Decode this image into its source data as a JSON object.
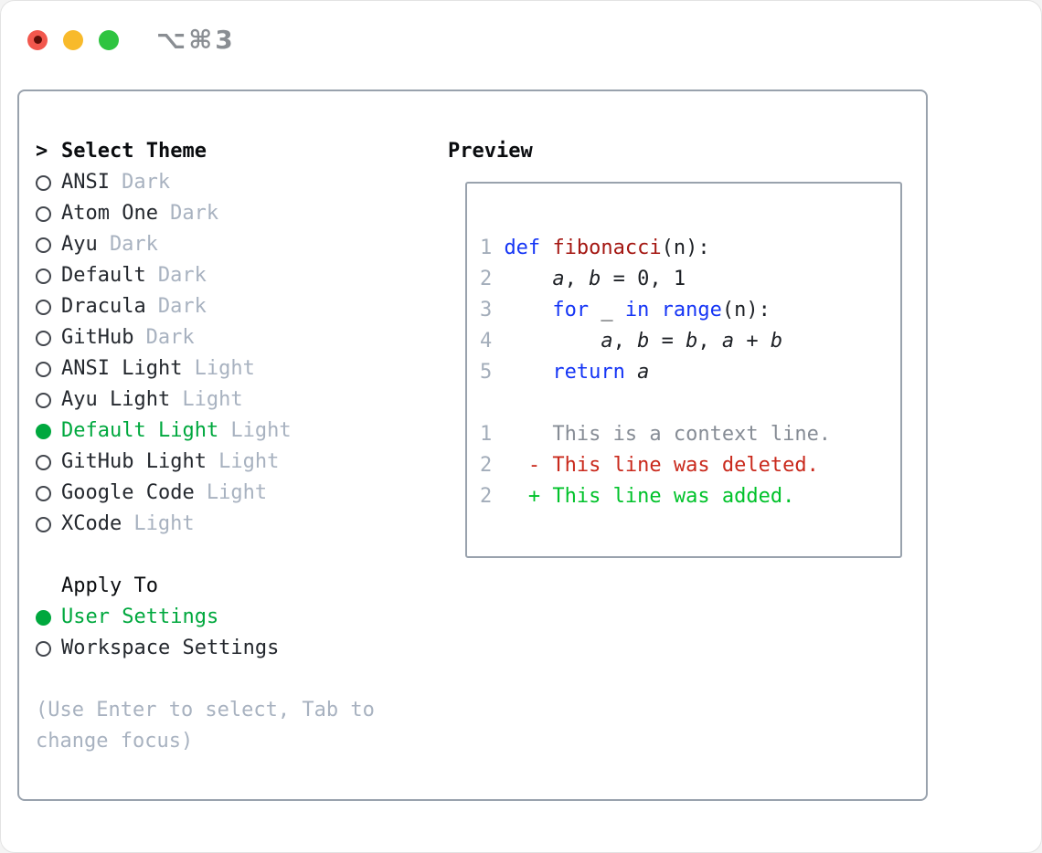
{
  "window": {
    "shortcut": "⌥⌘3",
    "traffic_light_colors": {
      "close": "#f2574d",
      "minimize": "#f8ba2b",
      "zoom": "#2ec440"
    }
  },
  "theme_panel": {
    "title_prefix": ">",
    "title": "Select Theme",
    "items": [
      {
        "name": "ANSI",
        "tag": "Dark",
        "selected": false
      },
      {
        "name": "Atom One",
        "tag": "Dark",
        "selected": false
      },
      {
        "name": "Ayu",
        "tag": "Dark",
        "selected": false
      },
      {
        "name": "Default",
        "tag": "Dark",
        "selected": false
      },
      {
        "name": "Dracula",
        "tag": "Dark",
        "selected": false
      },
      {
        "name": "GitHub",
        "tag": "Dark",
        "selected": false
      },
      {
        "name": "ANSI Light",
        "tag": "Light",
        "selected": false
      },
      {
        "name": "Ayu Light",
        "tag": "Light",
        "selected": false
      },
      {
        "name": "Default Light",
        "tag": "Light",
        "selected": true
      },
      {
        "name": "GitHub Light",
        "tag": "Light",
        "selected": false
      },
      {
        "name": "Google Code",
        "tag": "Light",
        "selected": false
      },
      {
        "name": "XCode",
        "tag": "Light",
        "selected": false
      }
    ],
    "apply_to": {
      "title": "Apply To",
      "options": [
        {
          "label": "User Settings",
          "selected": true
        },
        {
          "label": "Workspace Settings",
          "selected": false
        }
      ]
    },
    "hint": "(Use Enter to select, Tab to change focus)"
  },
  "preview": {
    "title": "Preview",
    "code_lines": [
      {
        "num": "1",
        "segments": [
          {
            "text": "def",
            "style": "keyword"
          },
          {
            "text": " ",
            "style": "plain"
          },
          {
            "text": "fibonacci",
            "style": "function"
          },
          {
            "text": "(n):",
            "style": "plain"
          }
        ]
      },
      {
        "num": "2",
        "segments": [
          {
            "text": "    ",
            "style": "plain"
          },
          {
            "text": "a",
            "style": "variable"
          },
          {
            "text": ", ",
            "style": "plain"
          },
          {
            "text": "b",
            "style": "variable"
          },
          {
            "text": " = 0, 1",
            "style": "plain"
          }
        ]
      },
      {
        "num": "3",
        "segments": [
          {
            "text": "    ",
            "style": "plain"
          },
          {
            "text": "for",
            "style": "keyword"
          },
          {
            "text": " _ ",
            "style": "plain"
          },
          {
            "text": "in",
            "style": "keyword"
          },
          {
            "text": " ",
            "style": "plain"
          },
          {
            "text": "range",
            "style": "keyword"
          },
          {
            "text": "(n):",
            "style": "plain"
          }
        ]
      },
      {
        "num": "4",
        "segments": [
          {
            "text": "        ",
            "style": "plain"
          },
          {
            "text": "a",
            "style": "variable"
          },
          {
            "text": ", ",
            "style": "plain"
          },
          {
            "text": "b",
            "style": "variable"
          },
          {
            "text": " = ",
            "style": "plain"
          },
          {
            "text": "b",
            "style": "variable"
          },
          {
            "text": ", ",
            "style": "plain"
          },
          {
            "text": "a",
            "style": "variable"
          },
          {
            "text": " + ",
            "style": "plain"
          },
          {
            "text": "b",
            "style": "variable"
          }
        ]
      },
      {
        "num": "5",
        "segments": [
          {
            "text": "    ",
            "style": "plain"
          },
          {
            "text": "return",
            "style": "keyword"
          },
          {
            "text": " ",
            "style": "plain"
          },
          {
            "text": "a",
            "style": "variable"
          }
        ]
      }
    ],
    "diff_lines": [
      {
        "num": "1",
        "text": "    This is a context line.",
        "style": "context"
      },
      {
        "num": "2",
        "text": "  - This line was deleted.",
        "style": "deleted"
      },
      {
        "num": "2",
        "text": "  + This line was added.",
        "style": "added"
      }
    ],
    "colors": {
      "keyword": "#1535f5",
      "function": "#a41712",
      "plain": "#1d2025",
      "variable": "#1d2025",
      "context": "#868c95",
      "deleted": "#c9291c",
      "added": "#00c22a",
      "line_number": "#a3adba",
      "selection_green": "#00a83e",
      "border_gray": "#99a2ad",
      "muted_gray": "#a8b2c0"
    }
  }
}
